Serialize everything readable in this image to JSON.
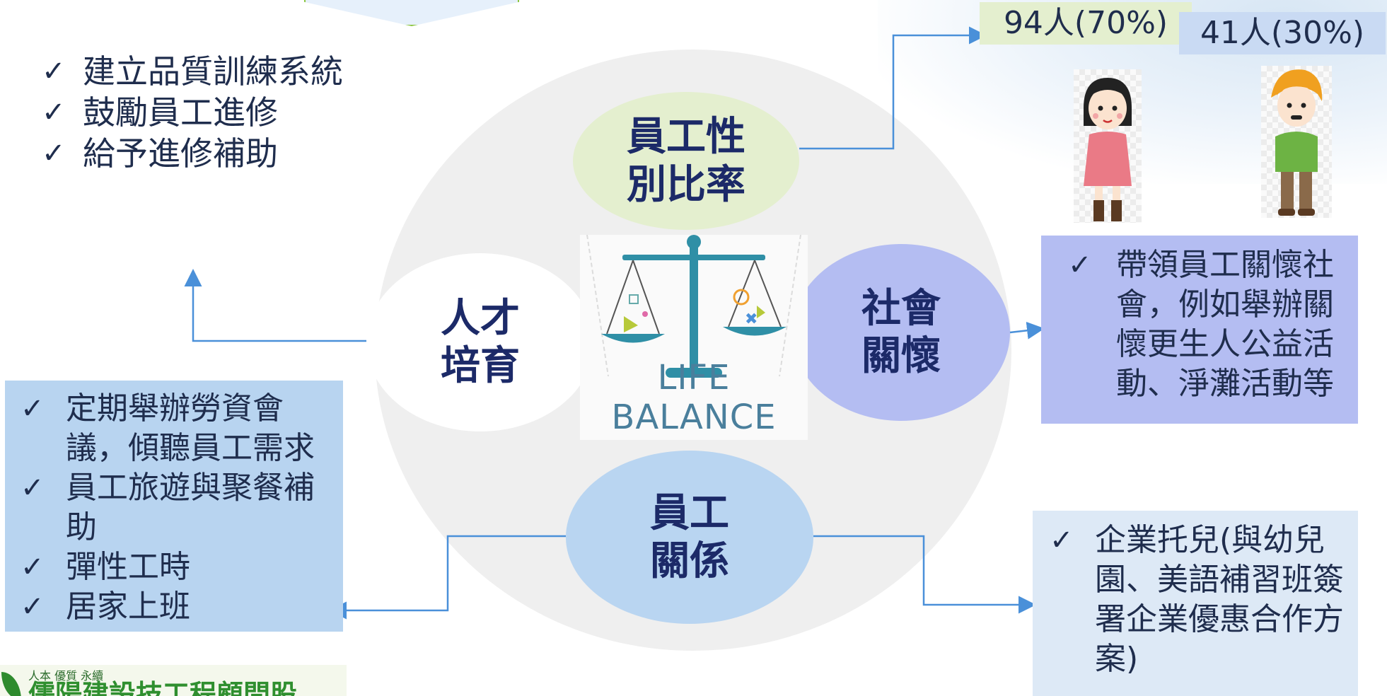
{
  "nodes": {
    "gender": "員工性\n別比率",
    "talent": "人才\n培育",
    "social": "社會\n關懷",
    "relations": "員工\n關係"
  },
  "center_image": {
    "caption": "LIFE BALANCE"
  },
  "gender_stats": {
    "female": "94人(70%)",
    "male": "41人(30%)"
  },
  "training_items": [
    "建立品質訓練系統",
    "鼓勵員工進修",
    "給予進修補助"
  ],
  "communication_items": [
    "定期舉辦勞資會議，傾聽員工需求",
    "員工旅遊與聚餐補助",
    "彈性工時",
    "居家上班"
  ],
  "social_items": [
    "帶領員工關懷社會，例如舉辦關懷更生人公益活動、淨灘活動等"
  ],
  "childcare_items": [
    "企業托兒(與幼兒園、美語補習班簽署企業優惠合作方案)"
  ],
  "logo": {
    "tagline": "人本 優質 永續",
    "name": "儒陽建設技工程顧問股"
  },
  "colors": {
    "green_node": "#e4efcf",
    "purple_node": "#b4bdf2",
    "blue_node": "#b9d5f1",
    "connector": "#4a90d9",
    "node_text": "#1c2a68"
  }
}
